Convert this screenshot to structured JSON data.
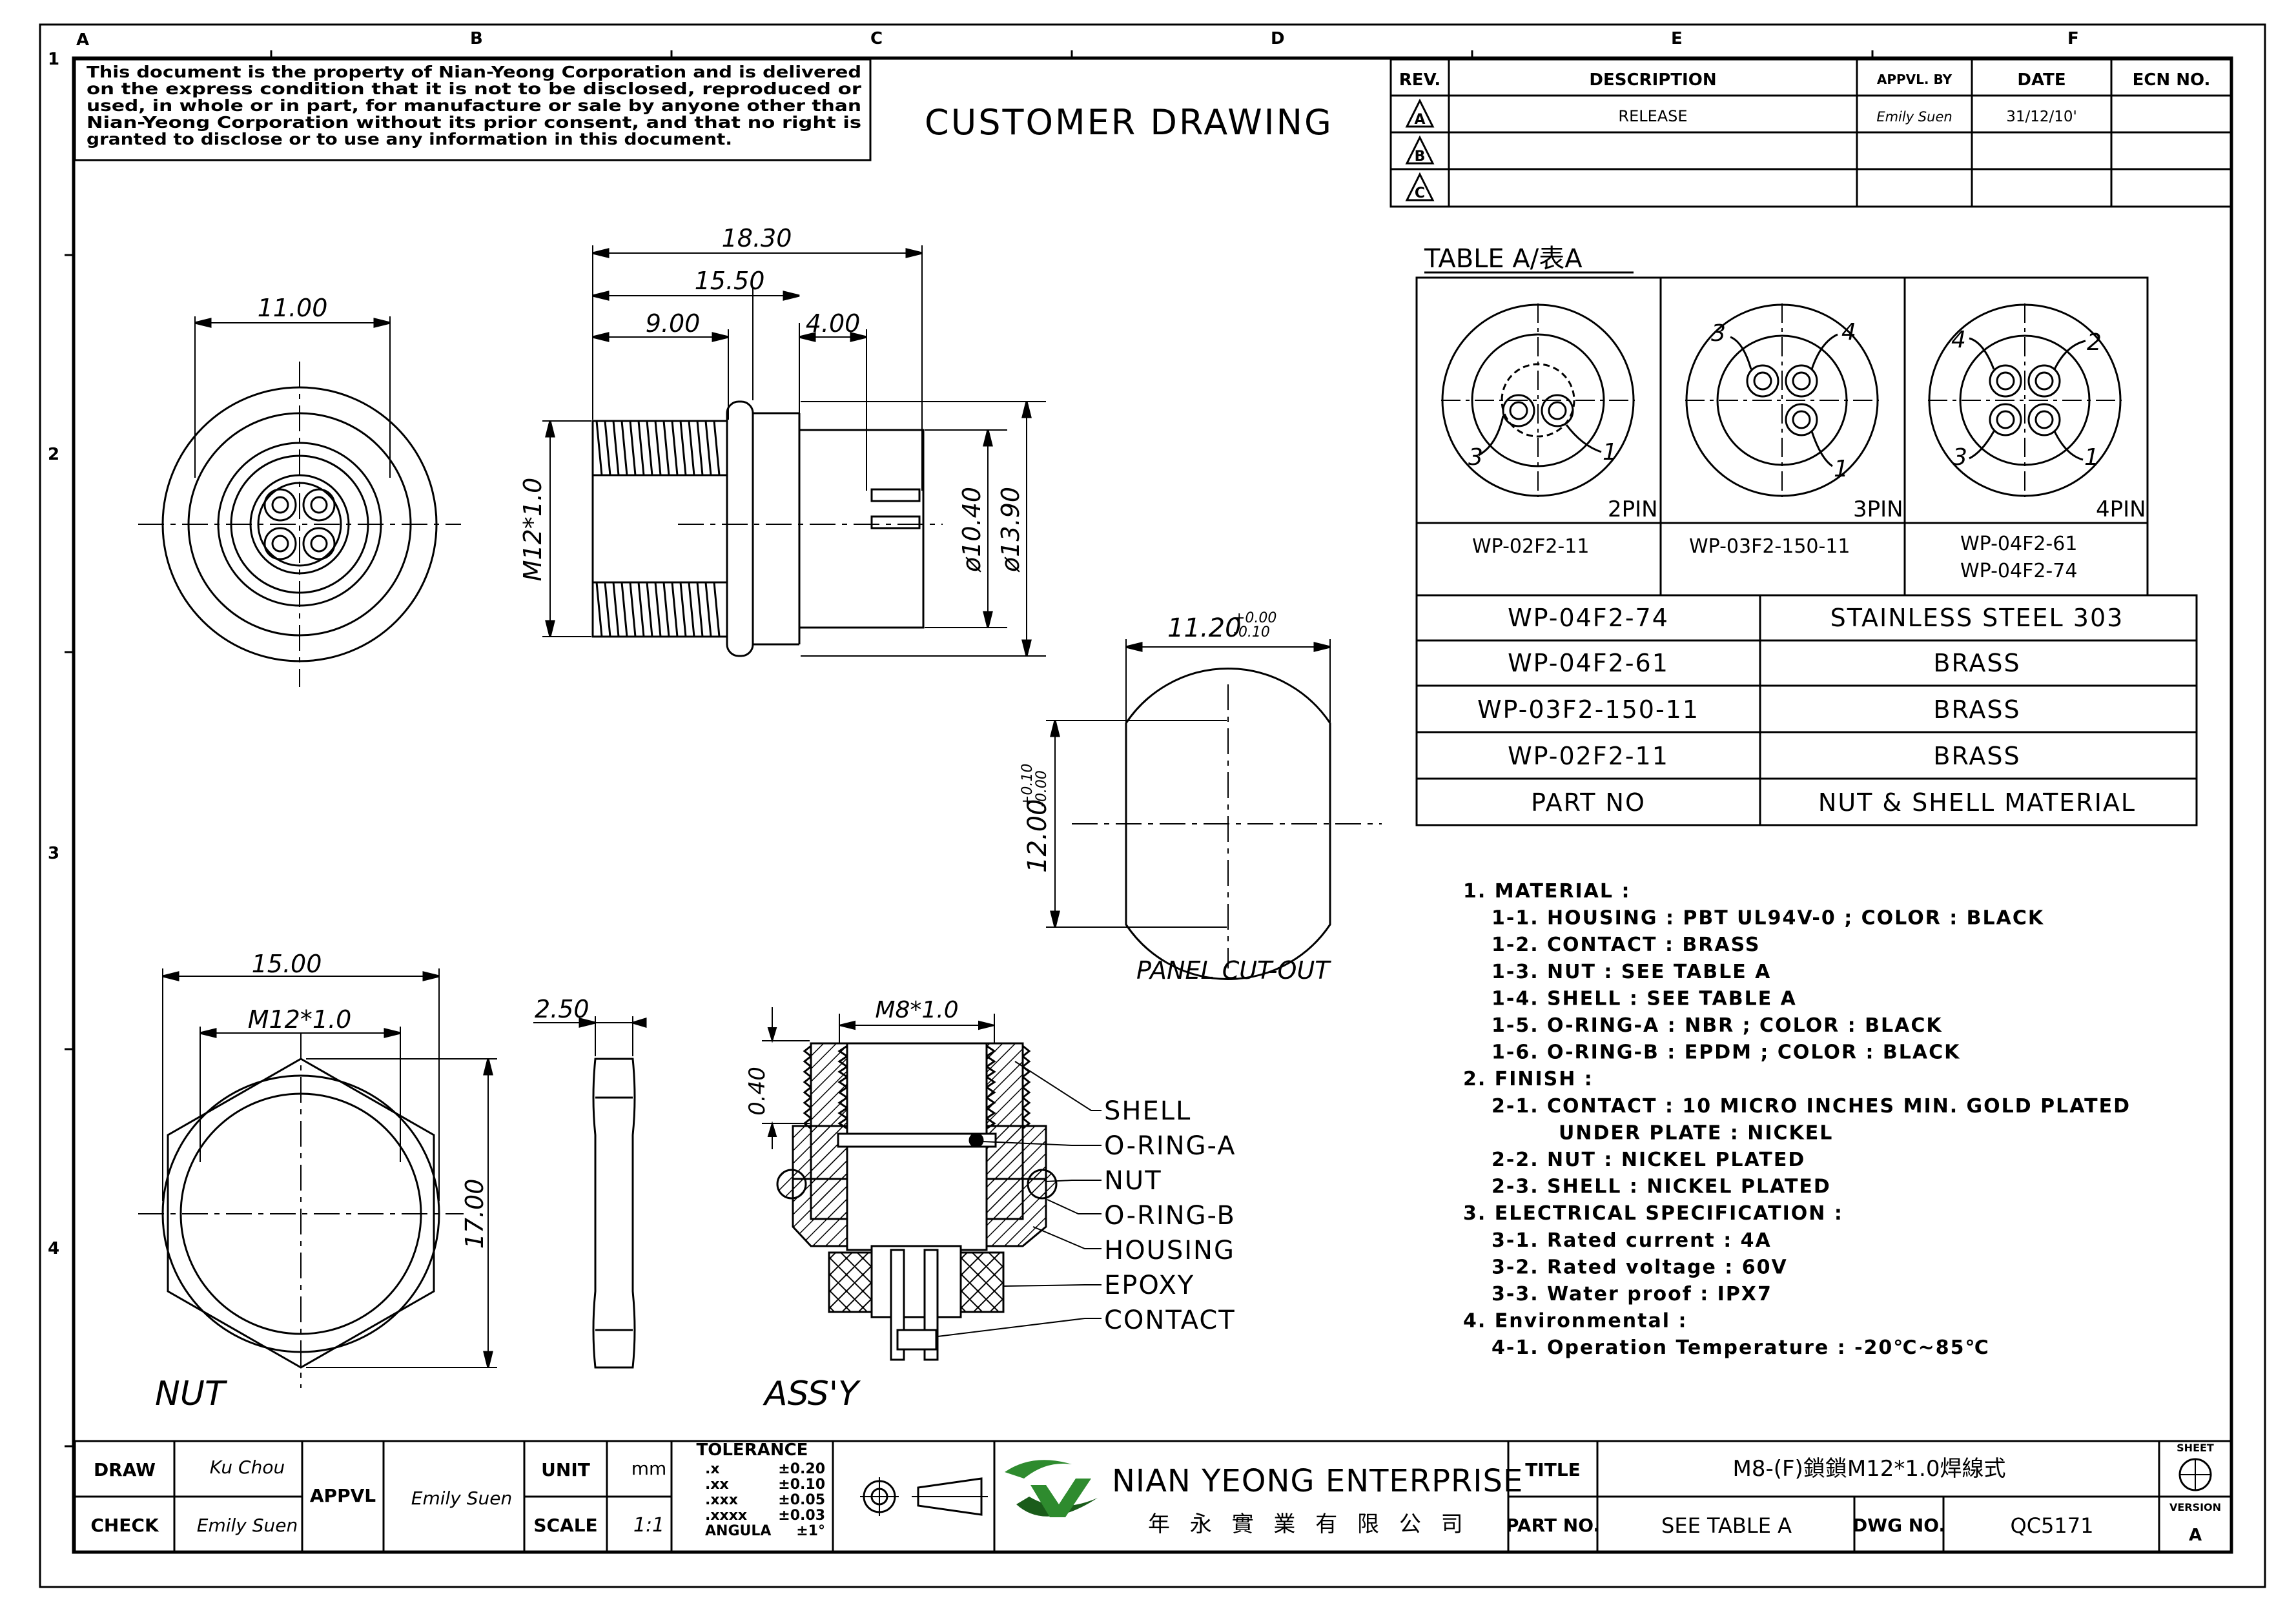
{
  "zones": {
    "cols": [
      "A",
      "B",
      "C",
      "D",
      "E",
      "F"
    ],
    "rows": [
      "1",
      "2",
      "3",
      "4"
    ]
  },
  "disclaimer": [
    "This document is the property of Nian-Yeong Corporation and is delivered",
    "on  the   express condition that it is not to be disclosed, reproduced or",
    "used, in whole or in part, for manufacture or sale by anyone other than",
    "Nian-Yeong Corporation without  its prior consent, and that  no right  is",
    "granted to disclose or to use any information in this  document."
  ],
  "heading": "CUSTOMER DRAWING",
  "revision_table": {
    "headers": [
      "REV.",
      "DESCRIPTION",
      "APPVL. BY",
      "DATE",
      "ECN NO."
    ],
    "rows": [
      {
        "rev": "A",
        "description": "RELEASE",
        "appvl": "Emily Suen",
        "date": "31/12/10'",
        "ecn": ""
      },
      {
        "rev": "B",
        "description": "",
        "appvl": "",
        "date": "",
        "ecn": ""
      },
      {
        "rev": "C",
        "description": "",
        "appvl": "",
        "date": "",
        "ecn": ""
      }
    ]
  },
  "table_a": {
    "title": "TABLE A/表A",
    "variants": [
      {
        "pins": "2PIN",
        "part": "WP-02F2-11",
        "part2": "",
        "labels": [
          "3",
          "1"
        ]
      },
      {
        "pins": "3PIN",
        "part": "WP-03F2-150-11",
        "part2": "",
        "labels": [
          "3",
          "4",
          "1"
        ]
      },
      {
        "pins": "4PIN",
        "part": "WP-04F2-61",
        "part2": "WP-04F2-74",
        "labels": [
          "4",
          "2",
          "3",
          "1"
        ]
      }
    ],
    "material_rows": [
      {
        "part": "WP-04F2-74",
        "material": "STAINLESS STEEL 303"
      },
      {
        "part": "WP-04F2-61",
        "material": "BRASS"
      },
      {
        "part": "WP-03F2-150-11",
        "material": "BRASS"
      },
      {
        "part": "WP-02F2-11",
        "material": "BRASS"
      }
    ],
    "footer_part": "PART NO",
    "footer_material": "NUT & SHELL MATERIAL"
  },
  "dimensions": {
    "front_dia": "11.00",
    "overall_len": "18.30",
    "len_15": "15.50",
    "len_9": "9.00",
    "len_4": "4.00",
    "thread": "M12*1.0",
    "dia_10": "ø10.40",
    "dia_13": "ø13.90",
    "cut_w": "11.20",
    "cut_w_tol_up": "+0.00",
    "cut_w_tol_dn": "-0.10",
    "cut_h": "12.00",
    "cut_h_tol_up": "+0.10",
    "cut_h_tol_dn": "-0.00",
    "nut_w": "15.00",
    "nut_thread": "M12*1.0",
    "nut_h": "17.00",
    "nut_t": "2.50",
    "assy_thread": "M8*1.0",
    "assy_gap": "0.40"
  },
  "view_labels": {
    "panel": "PANEL CUT-OUT",
    "nut": "NUT",
    "assy": "ASS'Y"
  },
  "callouts": [
    "SHELL",
    "O-RING-A",
    "NUT",
    "O-RING-B",
    "HOUSING",
    "EPOXY",
    "CONTACT"
  ],
  "notes": [
    {
      "indent": 0,
      "text": "1. MATERIAL :"
    },
    {
      "indent": 1,
      "text": "1-1. HOUSING : PBT UL94V-0 ; COLOR : BLACK"
    },
    {
      "indent": 1,
      "text": "1-2. CONTACT : BRASS"
    },
    {
      "indent": 1,
      "text": "1-3. NUT : SEE TABLE A"
    },
    {
      "indent": 1,
      "text": "1-4. SHELL : SEE TABLE A"
    },
    {
      "indent": 1,
      "text": "1-5. O-RING-A : NBR ; COLOR : BLACK"
    },
    {
      "indent": 1,
      "text": "1-6. O-RING-B : EPDM ; COLOR : BLACK"
    },
    {
      "indent": 0,
      "text": "2. FINISH :"
    },
    {
      "indent": 1,
      "text": "2-1. CONTACT : 10 MICRO INCHES MIN. GOLD PLATED"
    },
    {
      "indent": 2,
      "text": "UNDER PLATE : NICKEL"
    },
    {
      "indent": 1,
      "text": "2-2. NUT : NICKEL PLATED"
    },
    {
      "indent": 1,
      "text": "2-3. SHELL : NICKEL PLATED"
    },
    {
      "indent": 0,
      "text": "3. ELECTRICAL SPECIFICATION :"
    },
    {
      "indent": 1,
      "text": "3-1. Rated current : 4A"
    },
    {
      "indent": 1,
      "text": "3-2. Rated voltage : 60V"
    },
    {
      "indent": 1,
      "text": "3-3. Water proof : IPX7"
    },
    {
      "indent": 0,
      "text": "4. Environmental :"
    },
    {
      "indent": 1,
      "text": "4-1. Operation Temperature : -20℃~85℃"
    }
  ],
  "title_block": {
    "draw_label": "DRAW",
    "draw_value": "Ku Chou",
    "check_label": "CHECK",
    "check_value": "Emily Suen",
    "appvl_label": "APPVL",
    "appvl_value": "Emily Suen",
    "unit_label": "UNIT",
    "unit_value": "mm",
    "scale_label": "SCALE",
    "scale_value": "1:1",
    "tolerance_title": "TOLERANCE",
    "tolerance_rows": [
      {
        "k": ".x",
        "v": "±0.20"
      },
      {
        "k": ".xx",
        "v": "±0.10"
      },
      {
        "k": ".xxx",
        "v": "±0.05"
      },
      {
        "k": ".xxxx",
        "v": "±0.03"
      },
      {
        "k": "ANGULA",
        "v": "±1°"
      }
    ],
    "company_en": "NIAN YEONG ENTERPRISE",
    "company_zh": "年 永 實 業 有 限 公 司",
    "title_label": "TITLE",
    "title_value": "M8-(F)鎖鎖M12*1.0焊線式",
    "partno_label": "PART NO.",
    "partno_value": "SEE TABLE A",
    "dwgno_label": "DWG NO.",
    "dwgno_value": "QC5171",
    "sheet_label": "SHEET",
    "version_label": "VERSION",
    "version_value": "A"
  },
  "colors": {
    "ink": "#000000",
    "logo_green": "#2e8b2e",
    "logo_dark": "#1a5c1a"
  }
}
